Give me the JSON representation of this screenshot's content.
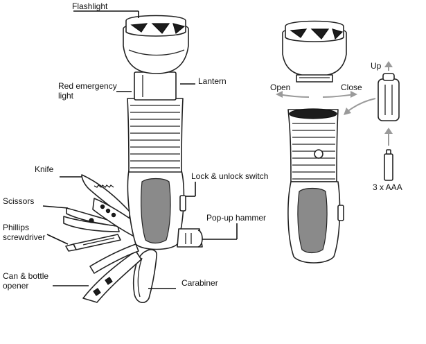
{
  "labels": {
    "flashlight": "Flashlight",
    "red_light_line1": "Red emergency",
    "red_light_line2": "light",
    "lantern": "Lantern",
    "knife": "Knife",
    "lock_switch": "Lock & unlock switch",
    "scissors": "Scissors",
    "phillips_line1": "Phillips",
    "phillips_line2": "screwdriver",
    "hammer": "Pop-up hammer",
    "opener_line1": "Can & bottle",
    "opener_line2": "opener",
    "carabiner": "Carabiner",
    "open": "Open",
    "close": "Close",
    "up": "Up",
    "batteries": "3 x AAA"
  },
  "colors": {
    "outline": "#222222",
    "arrow": "#9a9a9a",
    "background": "#ffffff"
  }
}
